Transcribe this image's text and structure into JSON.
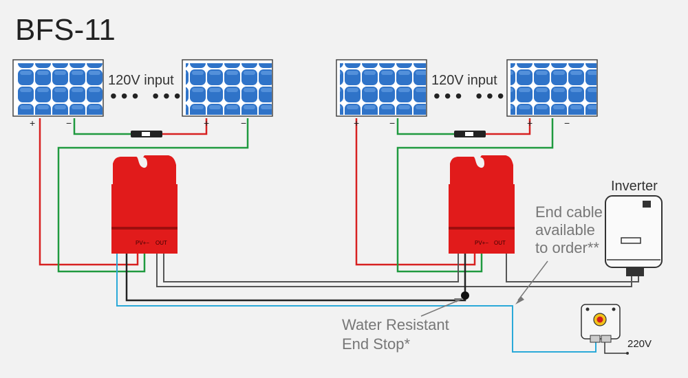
{
  "title": "BFS-11",
  "string_label": "120V input",
  "dots": "••• •••",
  "plus": "+",
  "minus": "−",
  "box_terminals": {
    "left": "PV+−",
    "right": "OUT"
  },
  "inverter_label": "Inverter",
  "end_cable_note": [
    "End cable",
    "available",
    "to order**"
  ],
  "water_note": [
    "Water Resistant",
    "End Stop*"
  ],
  "voltage_label": "220V",
  "colors": {
    "red_wire": "#d72020",
    "green_wire": "#1f9a3f",
    "black_wire": "#222222",
    "blue_wire": "#2aa9d8",
    "box_red": "#e11b1b",
    "panel_blue": "#2f73c8"
  }
}
